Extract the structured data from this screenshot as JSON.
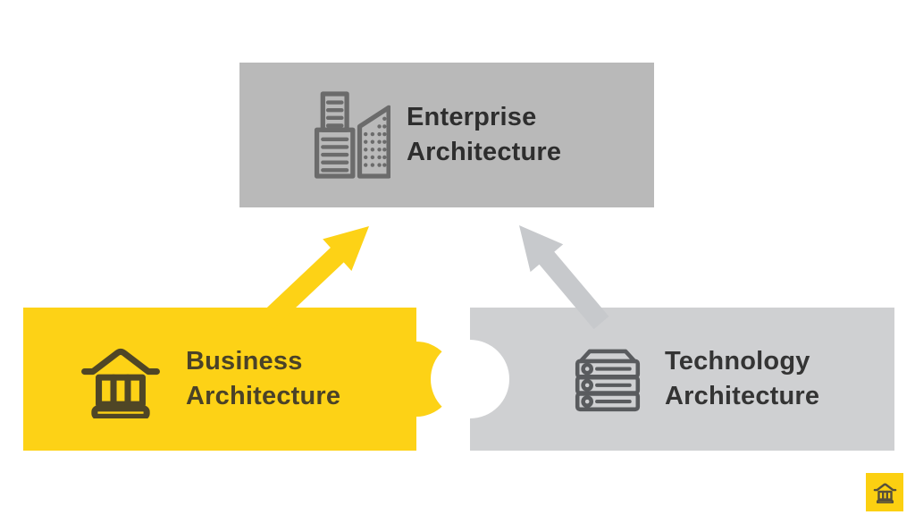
{
  "canvas": {
    "background": "#ffffff"
  },
  "boxes": {
    "enterprise": {
      "label": "Enterprise Architecture",
      "icon": "office-buildings",
      "bg": "#b9b9b9",
      "text_color": "#2e2e2e",
      "icon_color": "#6b6b6b"
    },
    "business": {
      "label": "Business Architecture",
      "icon": "bank",
      "bg": "#fdd216",
      "text_color": "#4a4228",
      "icon_color": "#4f4626"
    },
    "technology": {
      "label": "Technology Architecture",
      "icon": "server-stack",
      "bg": "#cfd0d2",
      "text_color": "#343434",
      "icon_color": "#595b5e"
    }
  },
  "arrows": {
    "business_to_enterprise": {
      "color": "#fdd216",
      "direction": "up-right",
      "from": "Business Architecture",
      "to": "Enterprise Architecture"
    },
    "technology_to_enterprise": {
      "color": "#c7c9cc",
      "direction": "up-left",
      "from": "Technology Architecture",
      "to": "Enterprise Architecture"
    }
  },
  "badge": {
    "icon": "bank",
    "bg": "#fcd011",
    "icon_color": "#57503a"
  }
}
